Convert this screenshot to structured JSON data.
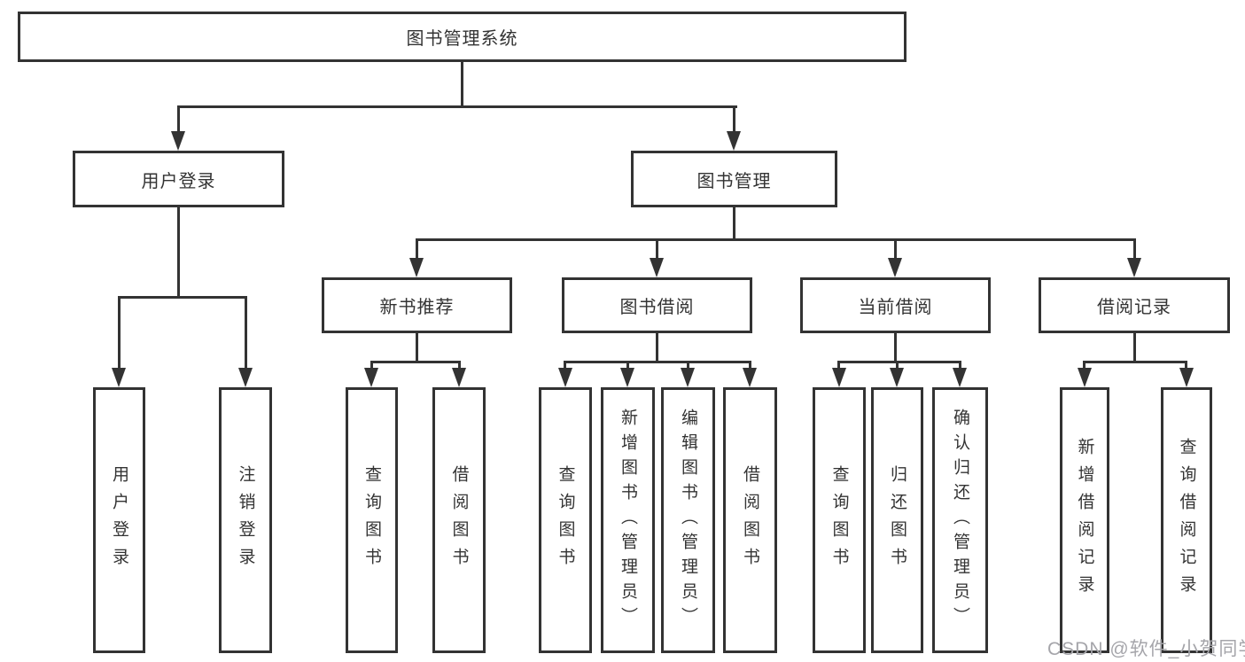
{
  "tree": {
    "label": "图书管理系统",
    "children": [
      {
        "label": "用户登录",
        "children": [
          {
            "label": "用户登录"
          },
          {
            "label": "注销登录"
          }
        ]
      },
      {
        "label": "图书管理",
        "children": [
          {
            "label": "新书推荐",
            "children": [
              {
                "label": "查询图书"
              },
              {
                "label": "借阅图书"
              }
            ]
          },
          {
            "label": "图书借阅",
            "children": [
              {
                "label": "查询图书"
              },
              {
                "label": "新增图书（管理员）"
              },
              {
                "label": "编辑图书（管理员）"
              },
              {
                "label": "借阅图书"
              }
            ]
          },
          {
            "label": "当前借阅",
            "children": [
              {
                "label": "查询图书"
              },
              {
                "label": "归还图书"
              },
              {
                "label": "确认归还（管理员）"
              }
            ]
          },
          {
            "label": "借阅记录",
            "children": [
              {
                "label": "新增借阅记录"
              },
              {
                "label": "查询借阅记录"
              }
            ]
          }
        ]
      }
    ]
  },
  "watermark": {
    "text": "CSDN @软件_小贺同学"
  },
  "colors": {
    "line": "#333333",
    "text": "#333333",
    "background": "#ffffff",
    "watermark": "#a5a5aa"
  }
}
